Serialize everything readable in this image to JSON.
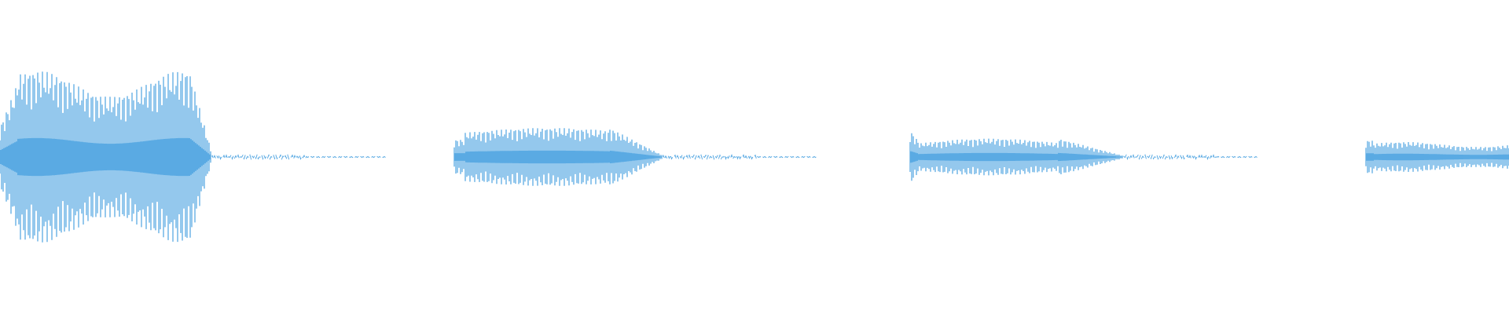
{
  "waveform": {
    "color": "#5aaae3",
    "clips": [
      {
        "peak": 0.98,
        "tone_decay": 0.02
      },
      {
        "peak": 0.33,
        "tone_decay": 0.02
      },
      {
        "peak": 0.22,
        "tone_decay": 0.02
      },
      {
        "peak": 0.19,
        "tone_decay": 0.02
      }
    ]
  }
}
